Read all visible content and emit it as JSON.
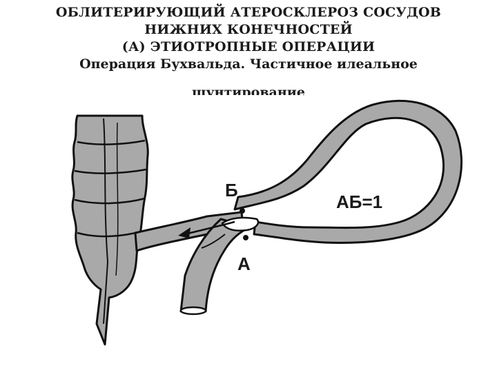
{
  "header": {
    "title_line_1": "ОБЛИТЕРИРУЮЩИЙ АТЕРОСКЛЕРОЗ СОСУДОВ",
    "title_line_2": "НИЖНИХ КОНЕЧНОСТЕЙ",
    "title_line_3": "(А) ЭТИОТРОПНЫЕ ОПЕРАЦИИ",
    "subtitle_line_1": "Операция Бухвальда. Частичное илеальное",
    "subtitle_line_2": "шунтирование"
  },
  "diagram": {
    "label_b": "Б",
    "label_a": "А",
    "label_ratio": "АБ=1",
    "fill_color": "#a9a9a9",
    "stroke_color": "#111111"
  }
}
